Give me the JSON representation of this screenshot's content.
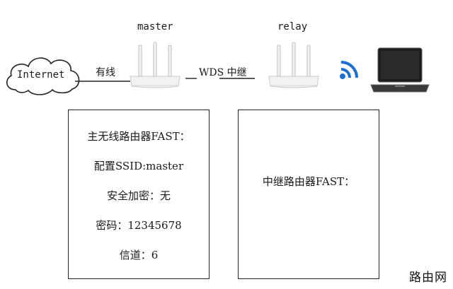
{
  "labels": {
    "master": "master",
    "relay": "relay",
    "internet": "Internet",
    "wired": "有线",
    "wds_link": "WDS 中继"
  },
  "left_panel": {
    "title": "主无线路由器FAST：",
    "ssid": "配置SSID:master",
    "security": "安全加密：无",
    "password": "密码：12345678",
    "channel": "信道：6"
  },
  "right_panel": {
    "title": "中继路由器FAST："
  },
  "watermark": "路由网",
  "colors": {
    "wifi_blue": "#1f6fd0",
    "line": "#222222",
    "router_body": "#f2f2f2"
  },
  "icons": [
    "cloud-icon",
    "router-icon",
    "router-icon",
    "wifi-icon",
    "laptop-icon"
  ]
}
